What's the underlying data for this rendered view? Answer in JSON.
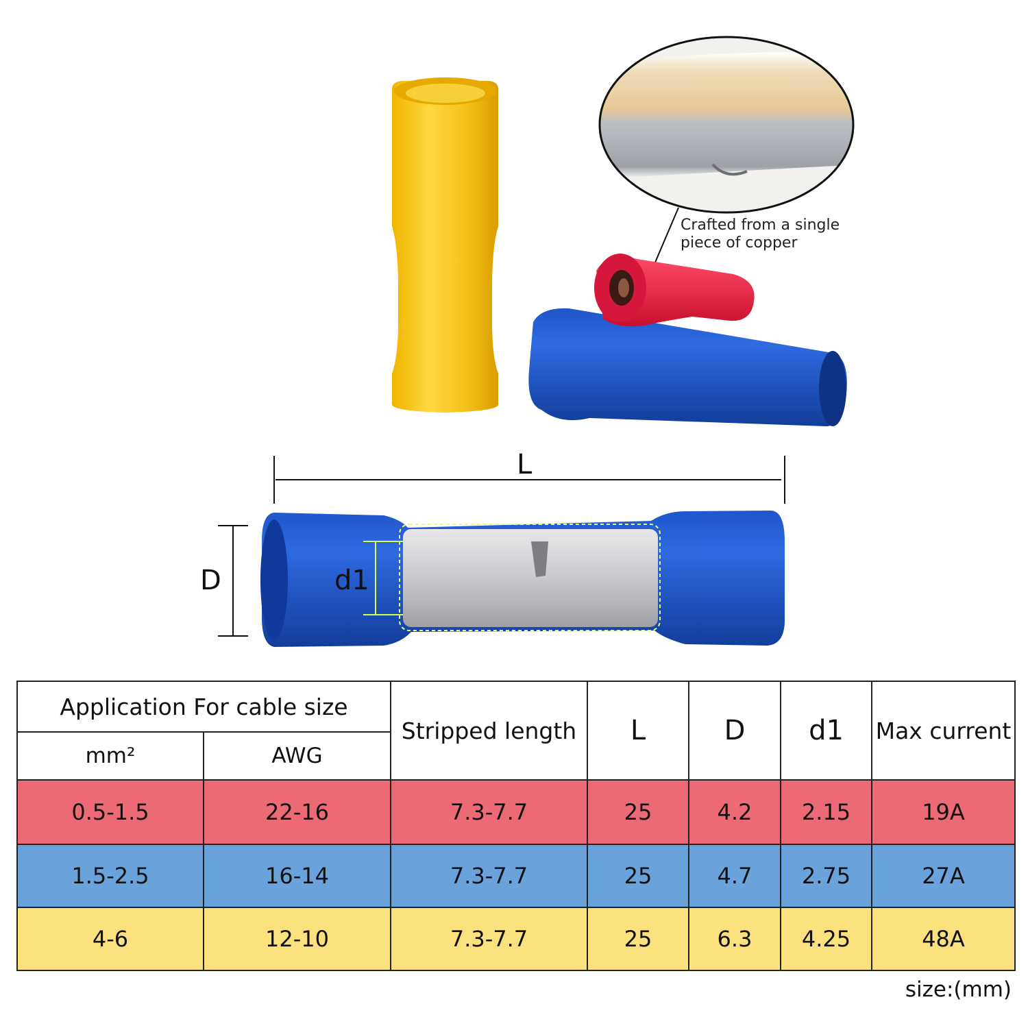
{
  "callout": {
    "line1": "Crafted from a single",
    "line2": "piece of copper"
  },
  "dimensions": {
    "length_label": "L",
    "outer_label": "D",
    "inner_label": "d1"
  },
  "colors": {
    "red": "#ec6a76",
    "blue": "#6aa3db",
    "yellow": "#fbe07e"
  },
  "table": {
    "header": {
      "application": "Application For cable size",
      "mm2": "mm²",
      "awg": "AWG",
      "stripped": "Stripped length",
      "L": "L",
      "D": "D",
      "d1": "d1",
      "max_current": "Max current"
    },
    "rows": [
      {
        "mm2": "0.5-1.5",
        "awg": "22-16",
        "stripped": "7.3-7.7",
        "L": "25",
        "D": "4.2",
        "d1": "2.15",
        "max_current": "19A"
      },
      {
        "mm2": "1.5-2.5",
        "awg": "16-14",
        "stripped": "7.3-7.7",
        "L": "25",
        "D": "4.7",
        "d1": "2.75",
        "max_current": "27A"
      },
      {
        "mm2": "4-6",
        "awg": "12-10",
        "stripped": "7.3-7.7",
        "L": "25",
        "D": "6.3",
        "d1": "4.25",
        "max_current": "48A"
      }
    ],
    "unit_note": "size:(mm)"
  }
}
